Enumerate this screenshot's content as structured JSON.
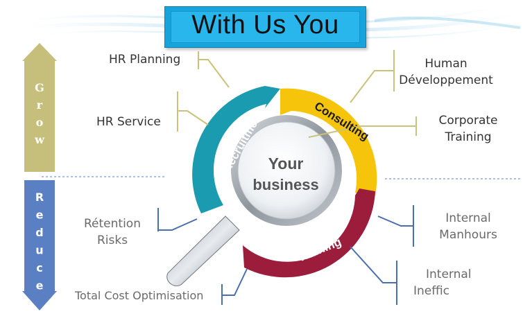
{
  "title": "With Us You",
  "center": {
    "line1": "Your",
    "line2": "business"
  },
  "cycle": {
    "recruitment": "Recruitment",
    "consulting": "Consulting",
    "training": "Training"
  },
  "sidebar": {
    "grow": "Grow",
    "reduce": "Reduce"
  },
  "grow_items": {
    "hr_planning": "HR Planning",
    "hr_service": "HR Service",
    "human_dev_line1": "Human",
    "human_dev_line2": "Développement",
    "corporate_line1": "Corporate",
    "corporate_line2": "Training"
  },
  "reduce_items": {
    "retention_line1": "Rétention",
    "retention_line2": "Risks",
    "total_cost": "Total Cost Optimisation",
    "manhours_line1": "Internal",
    "manhours_line2": "Manhours",
    "ineffic_line1": "Internal",
    "ineffic_line2": "Ineffic"
  },
  "colors": {
    "title_bg": "#29b6ec",
    "recruitment": "#1a9bb0",
    "consulting": "#f6c40a",
    "training": "#9c1c3c",
    "grow": "#c6bf7c",
    "reduce": "#5a7fc2",
    "grow_lines": "#c9c27a",
    "reduce_lines": "#4a6fae"
  }
}
